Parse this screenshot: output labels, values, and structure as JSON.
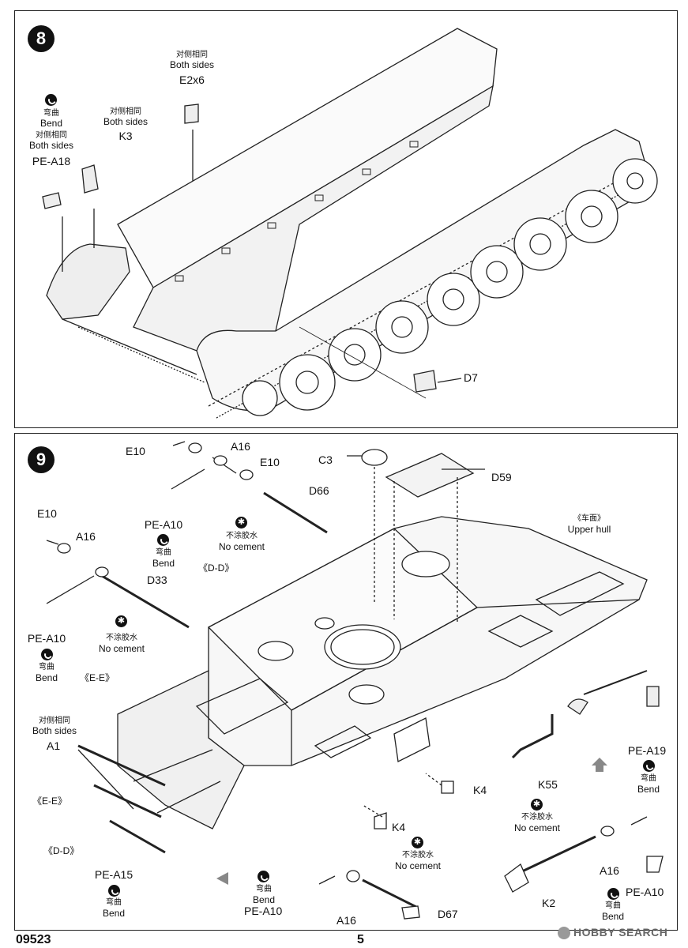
{
  "step8": {
    "number": "8",
    "bend1": {
      "cn": "弯曲",
      "en": "Bend"
    },
    "both1": {
      "cn": "对侧相同",
      "en": "Both sides"
    },
    "part_pe_a18": "PE-A18",
    "both2": {
      "cn": "对侧相同",
      "en": "Both sides"
    },
    "part_k3": "K3",
    "both3": {
      "cn": "对侧相同",
      "en": "Both sides"
    },
    "part_e2x6": "E2x6",
    "part_d7": "D7"
  },
  "step9": {
    "number": "9",
    "e10_top": "E10",
    "a16_top": "A16",
    "e10_mid": "E10",
    "d66": "D66",
    "pe_a10_top": "PE-A10",
    "bend_top": {
      "cn": "弯曲",
      "en": "Bend"
    },
    "nocement_top": {
      "cn": "不涂胶水",
      "en": "No cement"
    },
    "dd_top": "《D-D》",
    "c3": "C3",
    "d59": "D59",
    "upper_hull": {
      "cn": "《车面》",
      "en": "Upper hull"
    },
    "e10_left": "E10",
    "a16_left": "A16",
    "d33": "D33",
    "pe_a10_left": "PE-A10",
    "bend_left": {
      "cn": "弯曲",
      "en": "Bend"
    },
    "nocement_left": {
      "cn": "不涂胶水",
      "en": "No cement"
    },
    "ee_left": "《E-E》",
    "both_a1": {
      "cn": "对侧相同",
      "en": "Both sides"
    },
    "a1": "A1",
    "ee_low": "《E-E》",
    "dd_low": "《D-D》",
    "pe_a15": "PE-A15",
    "bend_a15": {
      "cn": "弯曲",
      "en": "Bend"
    },
    "pe_a19": "PE-A19",
    "bend_a19": {
      "cn": "弯曲",
      "en": "Bend"
    },
    "k55": "K55",
    "k4_right": "K4",
    "k4_mid": "K4",
    "nocement_k4": {
      "cn": "不涂胶水",
      "en": "No cement"
    },
    "nocement_k2": {
      "cn": "不涂胶水",
      "en": "No cement"
    },
    "bend_bottom": {
      "cn": "弯曲",
      "en": "Bend"
    },
    "pe_a10_bottom": "PE-A10",
    "a16_bottom": "A16",
    "d67": "D67",
    "a16_right": "A16",
    "pe_a10_right": "PE-A10",
    "k2": "K2",
    "bend_right": {
      "cn": "弯曲",
      "en": "Bend"
    }
  },
  "footer": {
    "code": "09523",
    "page": "5",
    "watermark": "HOBBY SEARCH"
  }
}
